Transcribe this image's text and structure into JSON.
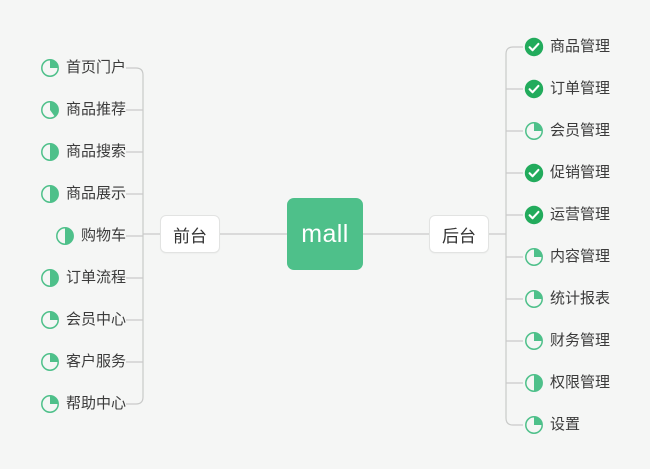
{
  "diagram": {
    "type": "mindmap",
    "title": "mall",
    "background_color": "#f5f6f5",
    "accent_color": "#4ec08a",
    "done_color": "#22ab5c",
    "line_color": "#c9cac9",
    "center": {
      "label": "mall",
      "text_color": "#ffffff",
      "fill_color": "#4ec08a"
    },
    "branches": [
      {
        "id": "frontend",
        "label": "前台",
        "side": "left",
        "items": [
          {
            "label": "首页门户",
            "icon": "pie-progress-icon",
            "progress": 25,
            "status": "in-progress"
          },
          {
            "label": "商品推荐",
            "icon": "pie-progress-icon",
            "progress": 40,
            "status": "in-progress"
          },
          {
            "label": "商品搜索",
            "icon": "pie-progress-icon",
            "progress": 50,
            "status": "in-progress"
          },
          {
            "label": "商品展示",
            "icon": "pie-progress-icon",
            "progress": 50,
            "status": "in-progress"
          },
          {
            "label": "购物车",
            "icon": "pie-progress-icon",
            "progress": 50,
            "status": "in-progress"
          },
          {
            "label": "订单流程",
            "icon": "pie-progress-icon",
            "progress": 50,
            "status": "in-progress"
          },
          {
            "label": "会员中心",
            "icon": "pie-progress-icon",
            "progress": 25,
            "status": "in-progress"
          },
          {
            "label": "客户服务",
            "icon": "pie-progress-icon",
            "progress": 25,
            "status": "in-progress"
          },
          {
            "label": "帮助中心",
            "icon": "pie-progress-icon",
            "progress": 25,
            "status": "in-progress"
          }
        ]
      },
      {
        "id": "backend",
        "label": "后台",
        "side": "right",
        "items": [
          {
            "label": "商品管理",
            "icon": "check-circle-icon",
            "progress": 100,
            "status": "done"
          },
          {
            "label": "订单管理",
            "icon": "check-circle-icon",
            "progress": 100,
            "status": "done"
          },
          {
            "label": "会员管理",
            "icon": "pie-progress-icon",
            "progress": 25,
            "status": "in-progress"
          },
          {
            "label": "促销管理",
            "icon": "check-circle-icon",
            "progress": 100,
            "status": "done"
          },
          {
            "label": "运营管理",
            "icon": "check-circle-icon",
            "progress": 100,
            "status": "done"
          },
          {
            "label": "内容管理",
            "icon": "pie-progress-icon",
            "progress": 25,
            "status": "in-progress"
          },
          {
            "label": "统计报表",
            "icon": "pie-progress-icon",
            "progress": 25,
            "status": "in-progress"
          },
          {
            "label": "财务管理",
            "icon": "pie-progress-icon",
            "progress": 25,
            "status": "in-progress"
          },
          {
            "label": "权限管理",
            "icon": "pie-progress-icon",
            "progress": 50,
            "status": "in-progress"
          },
          {
            "label": "设置",
            "icon": "pie-progress-icon",
            "progress": 25,
            "status": "in-progress"
          }
        ]
      }
    ]
  }
}
